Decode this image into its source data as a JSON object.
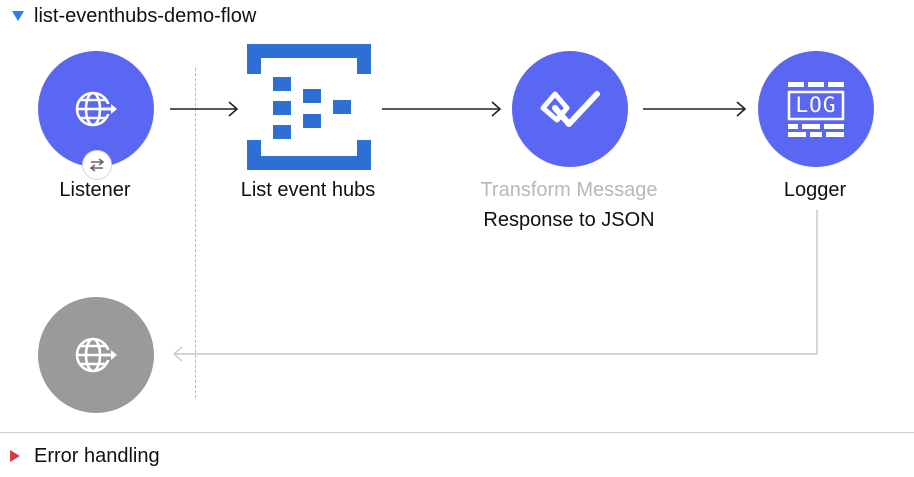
{
  "flow": {
    "name": "list-eventhubs-demo-flow"
  },
  "nodes": {
    "listener": {
      "label": "Listener"
    },
    "list_event_hubs": {
      "label": "List event hubs"
    },
    "transform": {
      "label": "Transform Message",
      "sublabel": "Response to JSON"
    },
    "logger": {
      "label": "Logger",
      "badge_text": "LOG"
    }
  },
  "error_handling": {
    "label": "Error handling"
  },
  "colors": {
    "accent": "#5a67f2",
    "azure": "#2d6fd2",
    "gray_node": "#9a9a9a",
    "toggle": "#2f7bf6",
    "error": "#d23a4a"
  }
}
